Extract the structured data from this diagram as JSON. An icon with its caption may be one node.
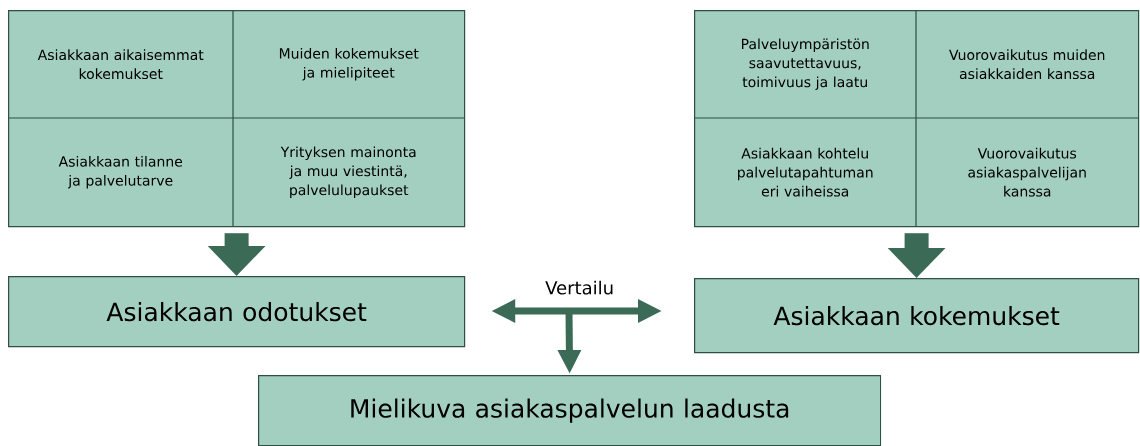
{
  "diagram": {
    "nodes": [
      {
        "text": [],
        "shape": "box"
      },
      {
        "text": [
          "Asiakkaan aikaisemmat kokemukset"
        ],
        "in": 0
      },
      {
        "text": [
          "Muiden kokemukset ja mielipiteet"
        ],
        "in": 0
      },
      {
        "text": [
          "Asiakkaan tilanne ja palvelutarve"
        ],
        "in": 0
      },
      {
        "text": [
          "Yrityksen mainonta ja muu viestintä, palvelulupaukset"
        ],
        "in": 0
      },
      {
        "text": [],
        "shape": "box"
      },
      {
        "text": [
          "Palveluympäristön saavutettavuus, toimivuus ja laatu"
        ],
        "in": 5
      },
      {
        "text": [
          "Vuorovaikutus muiden asiakkaiden kanssa"
        ],
        "in": 5
      },
      {
        "text": [
          "Asiakkaan kohtelu palvelutapahtuman eri vaiheissa"
        ],
        "in": 5
      },
      {
        "text": [
          "Vuorovaikutus asiakaspalvelijan kanssa"
        ],
        "in": 5
      },
      {
        "text": [
          "Asiakkaan odotukset"
        ]
      },
      {
        "text": [
          "Asiakkaan kokemukset"
        ]
      },
      {
        "text": [
          "Mielikuva asiakaspalvelun laadusta"
        ]
      }
    ],
    "edges": [
      {
        "from": 0,
        "to": 10,
        "arrow": "to",
        "style": "thick"
      },
      {
        "from": 5,
        "to": 11,
        "arrow": "to",
        "style": "thick"
      },
      {
        "from": 10,
        "to": 11,
        "arrow": "both",
        "label": "Vertailu"
      },
      {
        "from": null,
        "to": 12,
        "arrow": "to"
      }
    ]
  }
}
